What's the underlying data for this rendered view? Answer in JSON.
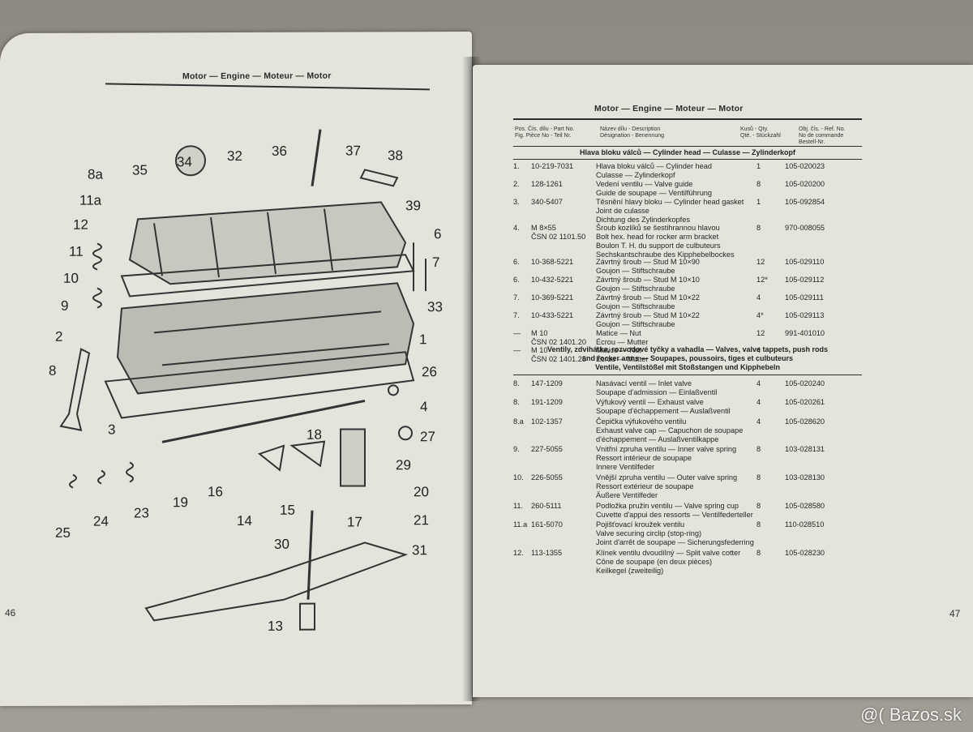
{
  "left_page": {
    "header": "Motor — Engine — Moteur — Motor",
    "page_number": "46",
    "callouts": [
      "8a",
      "11a",
      "12",
      "11",
      "10",
      "9",
      "2",
      "8",
      "3",
      "35",
      "34",
      "32",
      "36",
      "37",
      "38",
      "39",
      "6",
      "7",
      "33",
      "1",
      "26",
      "4",
      "27",
      "18",
      "29",
      "20",
      "21",
      "16",
      "14",
      "15",
      "17",
      "19",
      "23",
      "24",
      "25",
      "30",
      "31",
      "13"
    ]
  },
  "right_page": {
    "header": "Motor — Engine — Moteur — Motor",
    "page_number": "47",
    "column_headers": "Pos. Čís. dílu - Part No.\nFig. Pièce No - Teil Nr.",
    "column_headers_desc": "Název dílu - Description\nDésignation - Benennung",
    "column_headers_qty": "Kusů - Qty.\nQté. - Stückzahl",
    "column_headers_ref": "Obj. čís. - Ref. No.\nNo de commande\nBestell-Nr.",
    "section1_title": "Hlava bloku válců — Cylinder head — Culasse — Zylinderkopf",
    "section2_title": "Ventily, zdvihátka, rozvodové tyčky a vahadla — Valves, valve tappets, push rods\nand rocker arms — Soupapes, poussoirs, tiges et culbuteurs\nVentile, Ventilstößel mit Stoßstangen und Kipphebeln",
    "rows1": [
      {
        "pos": "1.",
        "part": "10-219-7031",
        "desc": [
          "Hlava bloku válců — Cylinder head",
          "Culasse — Zylinderkopf"
        ],
        "qty": "1",
        "ref": "105-020023"
      },
      {
        "pos": "2.",
        "part": "128-1261",
        "desc": [
          "Vedení ventilu — Valve guide",
          "Guide de soupape — Ventilführung"
        ],
        "qty": "8",
        "ref": "105-020200"
      },
      {
        "pos": "3.",
        "part": "340-5407",
        "desc": [
          "Těsnění hlavy bloku — Cylinder head gasket",
          "Joint de culasse",
          "Dichtung des Zylinderkopfes"
        ],
        "qty": "1",
        "ref": "105-092854"
      },
      {
        "pos": "4.",
        "part": "M 8×55\nČSN 02 1101.50",
        "desc": [
          "Šroub kozlíků se šestihrannou hlavou",
          "Bolt hex. head for rocker arm bracket",
          "Boulon T. H. du support de culbuteurs",
          "Sechskantschraube des Kipphebelbockes"
        ],
        "qty": "8",
        "ref": "970-008055"
      },
      {
        "pos": "6.",
        "part": "10-368-5221",
        "desc": [
          "Závrtný šroub — Stud M 10×90",
          "Goujon — Stiftschraube"
        ],
        "qty": "12",
        "ref": "105-029110"
      },
      {
        "pos": "6.",
        "part": "10-432-5221",
        "desc": [
          "Závrtný šroub — Stud M 10×10",
          "Goujon — Stiftschraube"
        ],
        "qty": "12*",
        "ref": "105-029112"
      },
      {
        "pos": "7.",
        "part": "10-369-5221",
        "desc": [
          "Závrtný šroub — Stud M 10×22",
          "Goujon — Stiftschraube"
        ],
        "qty": "4",
        "ref": "105-029111"
      },
      {
        "pos": "7.",
        "part": "10-433-5221",
        "desc": [
          "Závrtný šroub — Stud M 10×22",
          "Goujon — Stiftschraube"
        ],
        "qty": "4*",
        "ref": "105-029113"
      },
      {
        "pos": "—",
        "part": "M 10\nČSN 02 1401.20",
        "desc": [
          "Matice — Nut",
          "Écrou — Mutter"
        ],
        "qty": "12",
        "ref": "991-401010"
      },
      {
        "pos": "—",
        "part": "M 10\nČSN 02 1401.25",
        "desc": [
          "Matice — Nut",
          "Écrou — Mutter"
        ],
        "qty": "4",
        "ref": ""
      }
    ],
    "rows2": [
      {
        "pos": "8.",
        "part": "147-1209",
        "desc": [
          "Nasávací ventil — Inlet valve",
          "Soupape d'admission — Einlaßventil"
        ],
        "qty": "4",
        "ref": "105-020240"
      },
      {
        "pos": "8.",
        "part": "191-1209",
        "desc": [
          "Výfukový ventil — Exhaust valve",
          "Soupape d'échappement — Auslaßventil"
        ],
        "qty": "4",
        "ref": "105-020261"
      },
      {
        "pos": "8.a",
        "part": "102-1357",
        "desc": [
          "Čepička výfukového ventilu",
          "Exhaust valve cap — Capuchon de soupape",
          "d'échappement — Auslaßventilkappe"
        ],
        "qty": "4",
        "ref": "105-028620"
      },
      {
        "pos": "9.",
        "part": "227-5055",
        "desc": [
          "Vnitřní zpruha ventilu — Inner valve spring",
          "Ressort intérieur de soupape",
          "Innere Ventilfeder"
        ],
        "qty": "8",
        "ref": "103-028131"
      },
      {
        "pos": "10.",
        "part": "226-5055",
        "desc": [
          "Vnější zpruha ventilu — Outer valve spring",
          "Ressort extérieur de soupape",
          "Äußere Ventilfeder"
        ],
        "qty": "8",
        "ref": "103-028130"
      },
      {
        "pos": "11.",
        "part": "260-5111",
        "desc": [
          "Podložka pružin ventilu — Valve spring cup",
          "Cuvette d'appui des ressorts — Ventilfederteller"
        ],
        "qty": "8",
        "ref": "105-028580"
      },
      {
        "pos": "11.a",
        "part": "161-5070",
        "desc": [
          "Pojišťovací kroužek ventilu",
          "Valve securing circlip (stop-ring)",
          "Joint d'arrêt de soupape — Sicherungsfederring"
        ],
        "qty": "8",
        "ref": "110-028510"
      },
      {
        "pos": "12.",
        "part": "113-1355",
        "desc": [
          "Klínek ventilu dvoudílný — Split valve cotter",
          "Cône de soupape (en deux pièces)",
          "Keilkegel (zweiteilig)"
        ],
        "qty": "8",
        "ref": "105-028230"
      }
    ]
  },
  "watermark": "@( Bazos.sk"
}
